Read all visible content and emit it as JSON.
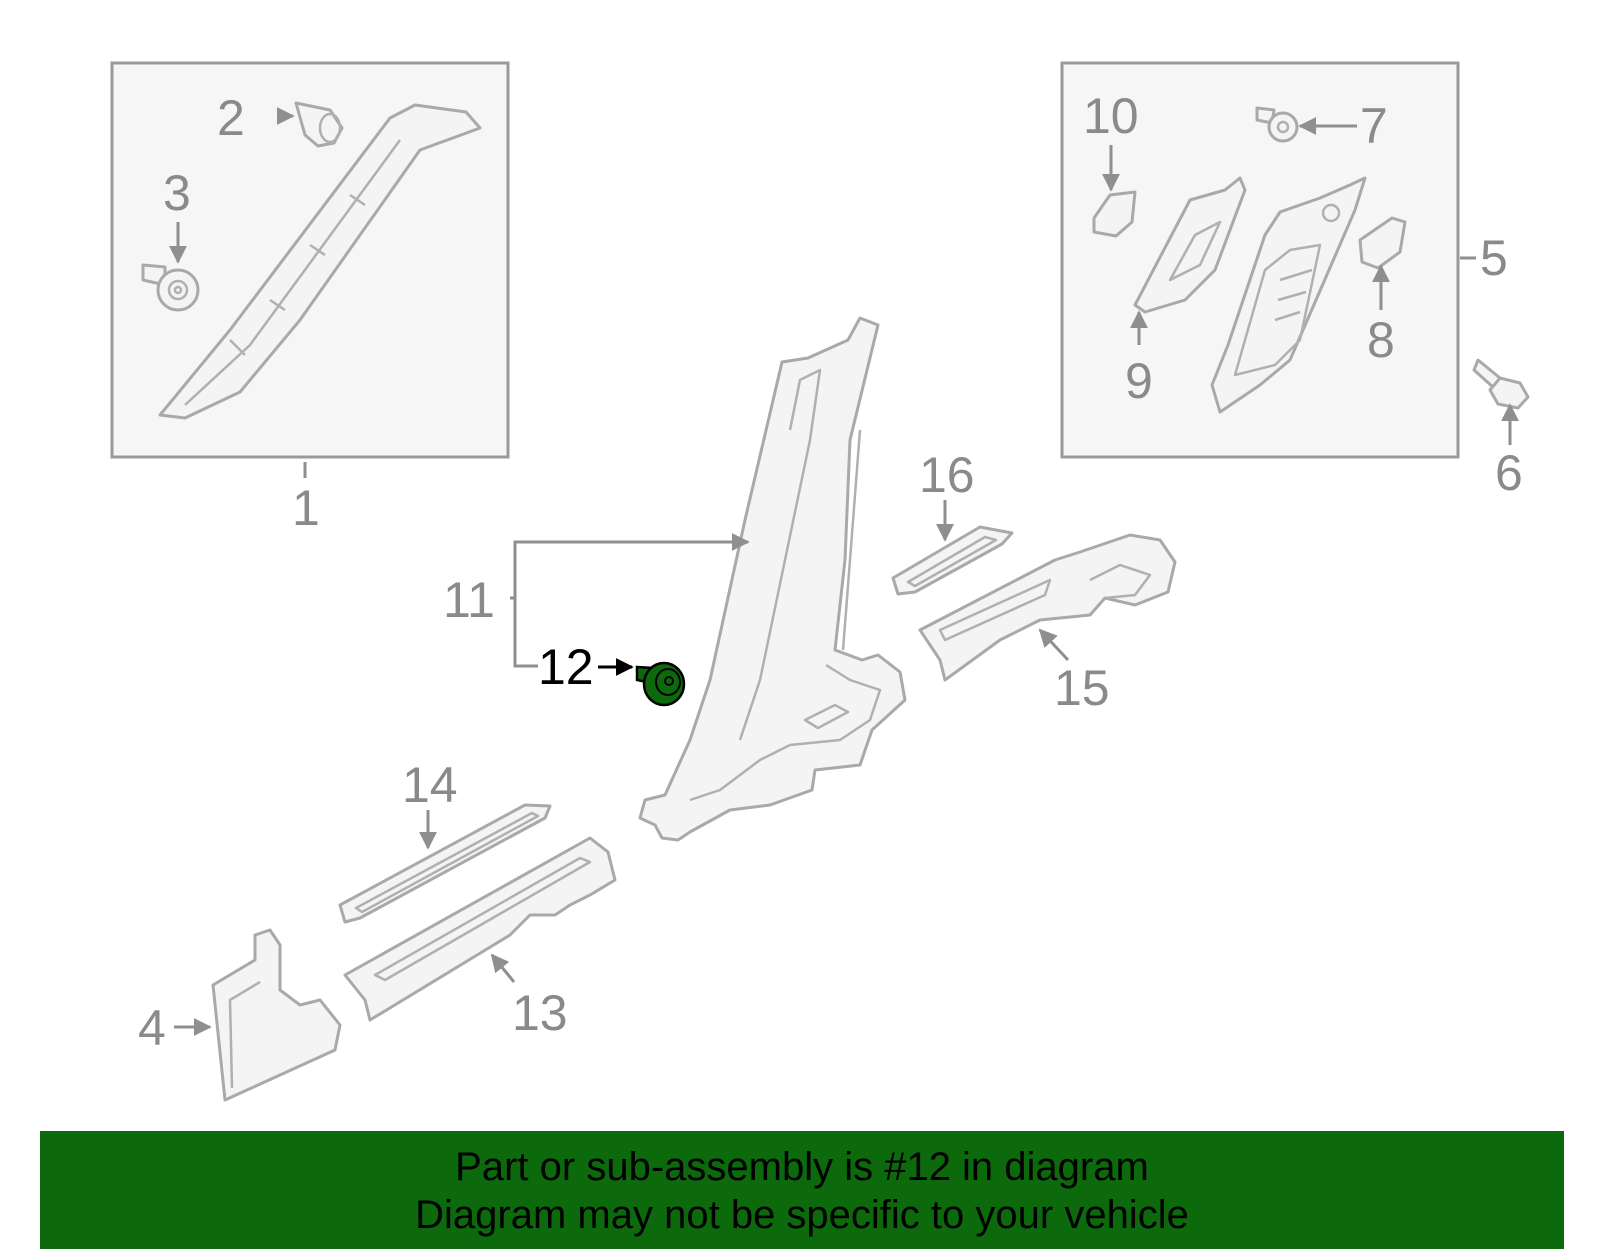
{
  "diagram": {
    "callouts": [
      "1",
      "2",
      "3",
      "4",
      "5",
      "6",
      "7",
      "8",
      "9",
      "10",
      "11",
      "12",
      "13",
      "14",
      "15",
      "16"
    ],
    "highlighted_callout": "12",
    "highlight_color": "#0c6a0c"
  },
  "banner": {
    "line1": "Part or sub-assembly is #12 in diagram",
    "line2": "Diagram may not be specific to your vehicle",
    "background": "#0c6a0c"
  }
}
